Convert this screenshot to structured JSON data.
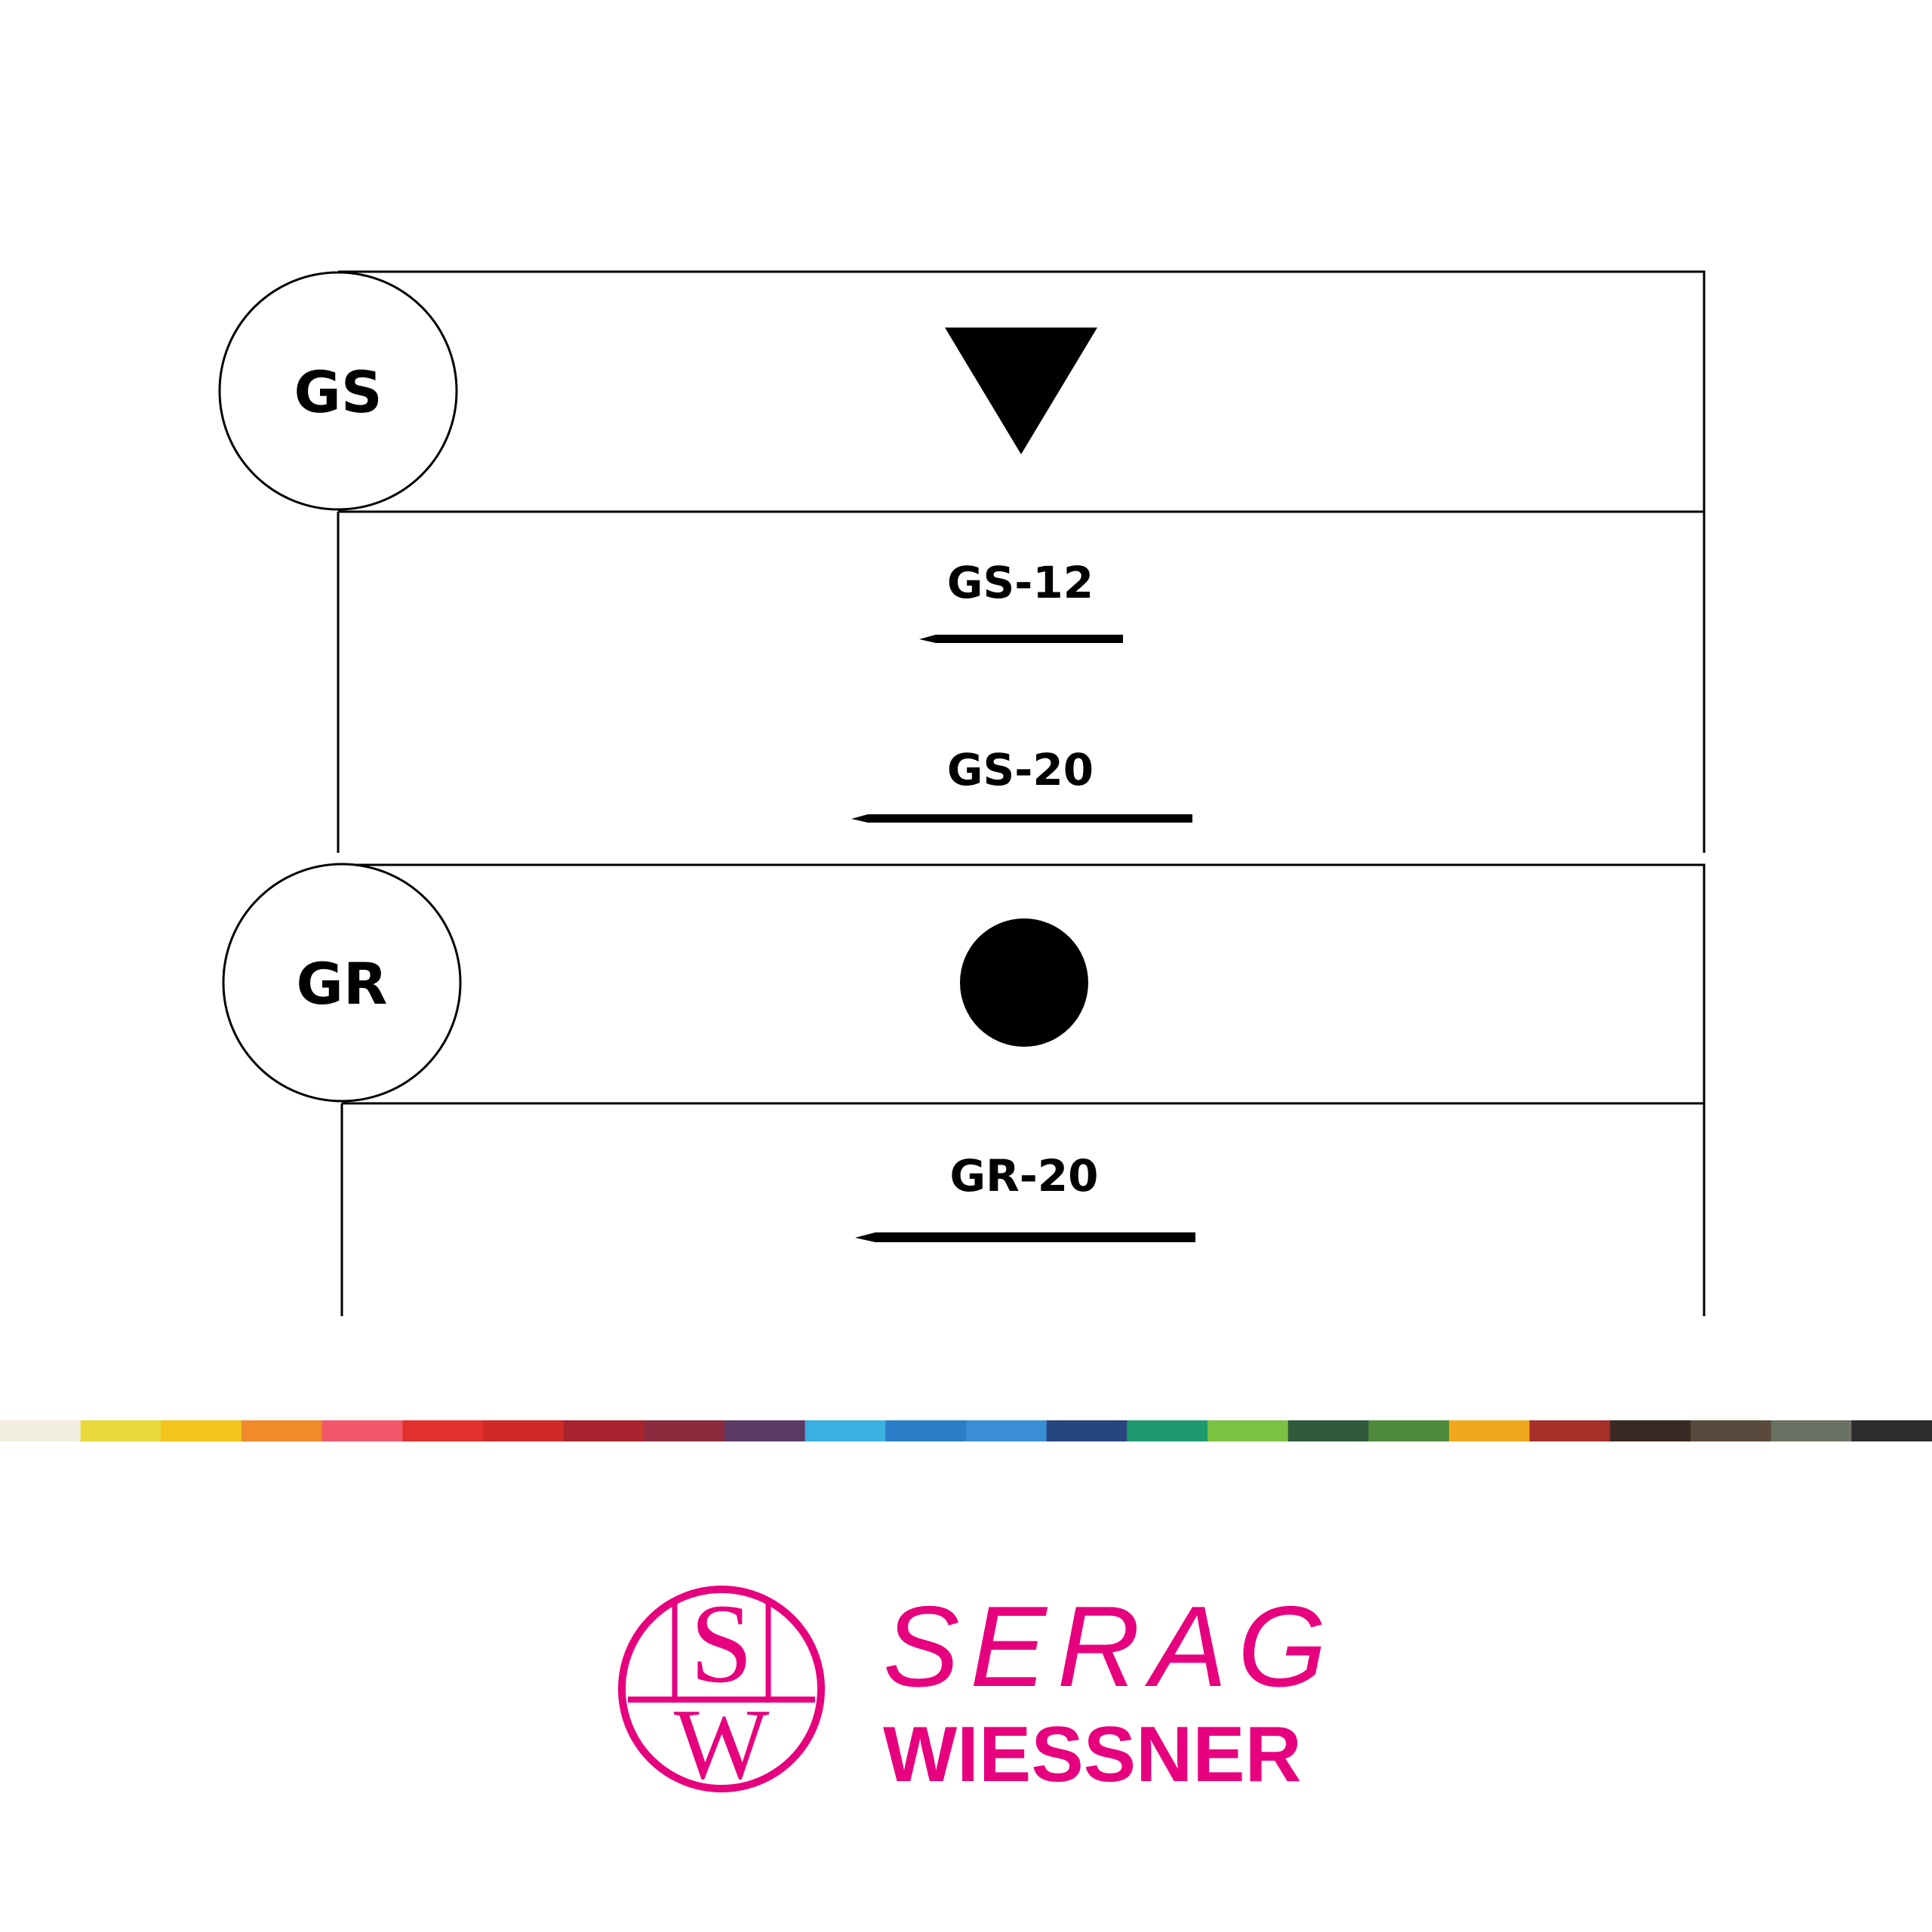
{
  "groups": [
    {
      "code": "GS",
      "symbol": "triangle-down",
      "variants": [
        {
          "label": "GS-12"
        },
        {
          "label": "GS-20"
        }
      ]
    },
    {
      "code": "GR",
      "symbol": "circle",
      "variants": [
        {
          "label": "GR-20"
        }
      ]
    }
  ],
  "color_stripe": [
    "#f1ede0",
    "#e8d83c",
    "#f2c41c",
    "#f08a2a",
    "#f0586a",
    "#e4302e",
    "#cf2a28",
    "#a8232e",
    "#8e2a3e",
    "#5c3a66",
    "#3ab0e0",
    "#2a7ec8",
    "#3a8ed6",
    "#28467e",
    "#1f9a6e",
    "#7cc242",
    "#2f5a3e",
    "#4e8a3a",
    "#f2a81c",
    "#a8302a",
    "#3a2a24",
    "#5a4a3e",
    "#6a7064",
    "#2c2c2c"
  ],
  "brand": {
    "monogram_top": "S",
    "monogram_bottom": "W",
    "line1": "SERAG",
    "line2": "WIESSNER",
    "color": "#e6007e"
  }
}
